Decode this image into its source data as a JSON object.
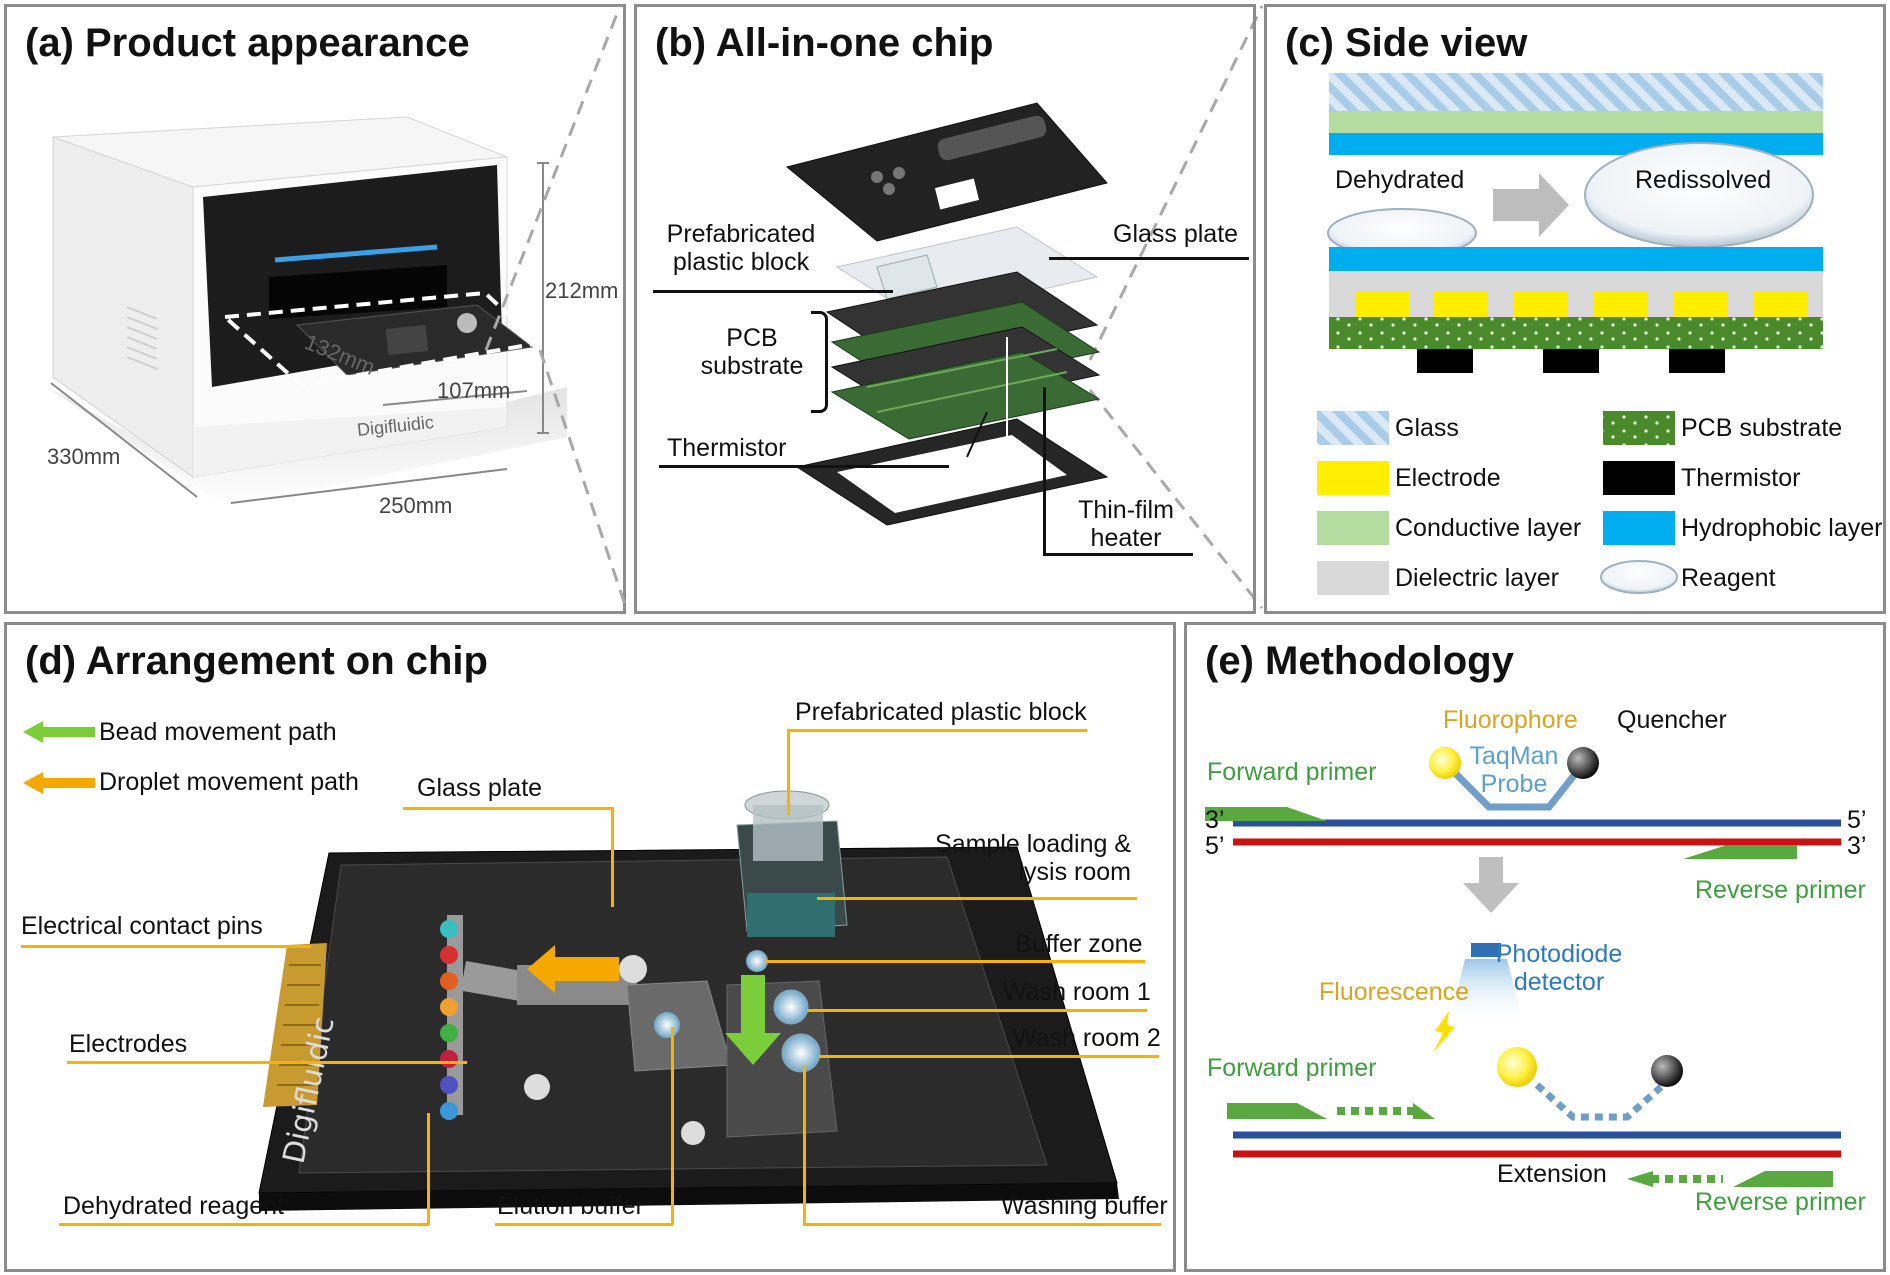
{
  "panels": {
    "a": {
      "title": "(a) Product appearance",
      "brand": "Digifluidic",
      "dims": {
        "height": "212mm",
        "depth": "330mm",
        "width": "250mm",
        "tray_depth": "132mm",
        "tray_width": "107mm"
      }
    },
    "b": {
      "title": "(b) All-in-one chip",
      "labels": {
        "prefab": "Prefabricated\nplastic block",
        "glass": "Glass plate",
        "pcb": "PCB\nsubstrate",
        "thermistor": "Thermistor",
        "heater": "Thin-film\nheater"
      }
    },
    "c": {
      "title": "(c) Side view",
      "dehydrated": "Dehydrated",
      "redissolved": "Redissolved",
      "legend": [
        {
          "label": "Glass",
          "kind": "glass"
        },
        {
          "label": "PCB substrate",
          "kind": "pcb"
        },
        {
          "label": "Electrode",
          "kind": "electrode"
        },
        {
          "label": "Thermistor",
          "kind": "thermistor"
        },
        {
          "label": "Conductive layer",
          "kind": "conductive"
        },
        {
          "label": "Hydrophobic layer",
          "kind": "hydrophobic"
        },
        {
          "label": "Dielectric layer",
          "kind": "dielectric"
        },
        {
          "label": "Reagent",
          "kind": "reagent"
        }
      ]
    },
    "d": {
      "title": "(d) Arrangement on chip",
      "bead_path": "Bead movement path",
      "droplet_path": "Droplet movement path",
      "labels": {
        "prefab": "Prefabricated  plastic block",
        "glass": "Glass plate",
        "sample": "Sample loading &\nlysis room",
        "contact": "Electrical contact pins",
        "buffer_zone": "Buffer zone",
        "wash1": "Wash room 1",
        "wash2": "Wash room 2",
        "electrodes": "Electrodes",
        "dehydrated": "Dehydrated reagent",
        "elution": "Elution buffer",
        "washing": "Washing buffer"
      }
    },
    "e": {
      "title": "(e) Methodology",
      "fluorophore": "Fluorophore",
      "quencher": "Quencher",
      "probe": "TaqMan\nProbe",
      "forward": "Forward primer",
      "reverse": "Reverse primer",
      "three_prime": "3’",
      "five_prime": "5’",
      "photodiode": "Photodiode\ndetector",
      "fluorescence": "Fluorescence",
      "extension": "Extension"
    }
  },
  "colors": {
    "yellow_line": "#f6b400",
    "strand_blue": "#2a4f9c",
    "strand_red": "#cc1111",
    "primer_green": "#5aa840",
    "hydrophobic": "#00aeef",
    "electrode": "#ffee00",
    "conductive": "#b4dca0",
    "dielectric": "#d9d9d9",
    "pcb": "#4a8a2a",
    "thermistor": "#000000",
    "arrow_orange": "#f5a800",
    "arrow_green": "#7ccd3a"
  }
}
